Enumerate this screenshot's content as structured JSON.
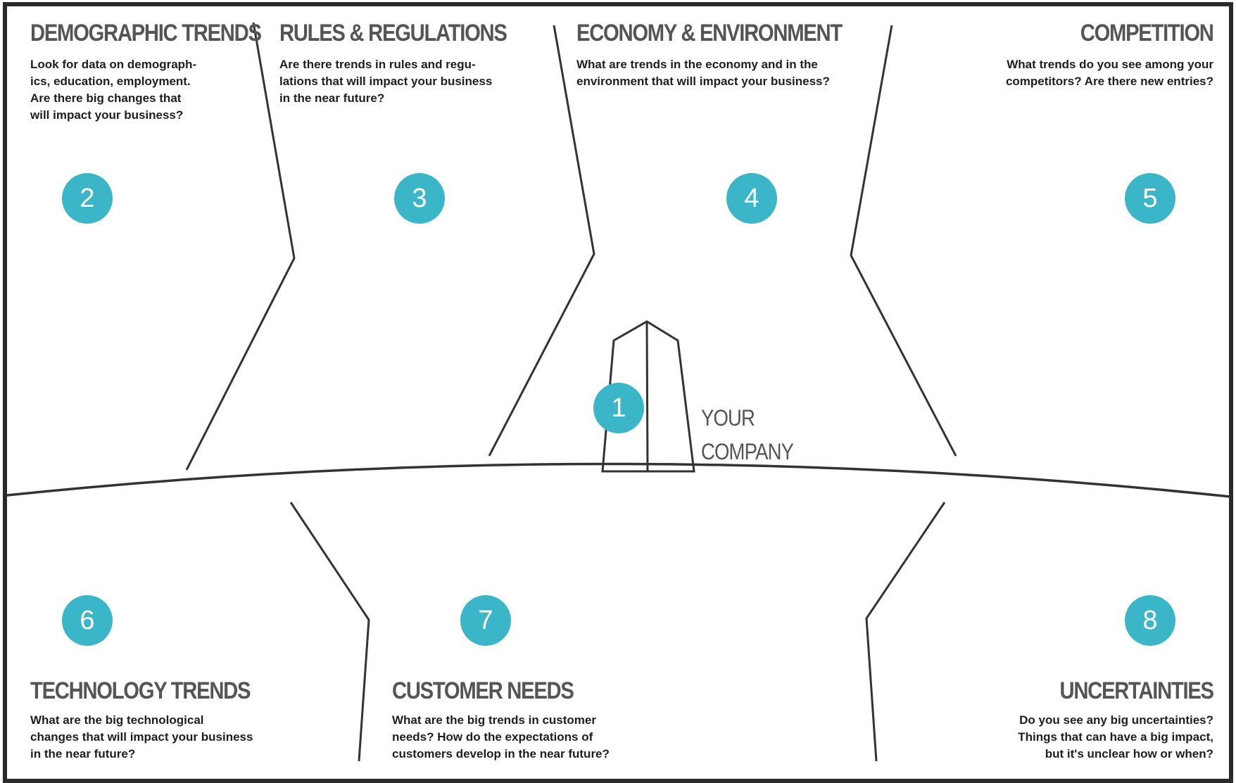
{
  "company": {
    "number": "1",
    "label_line1": "YOUR",
    "label_line2": "COMPANY"
  },
  "segments": {
    "demographic": {
      "number": "2",
      "title": "DEMOGRAPHIC TRENDS",
      "text": "Look for data on demograph-\nics, education, employment.\nAre there big changes that\nwill impact your business?"
    },
    "rules": {
      "number": "3",
      "title": "RULES & REGULATIONS",
      "text": "Are there trends in rules and regu-\nlations that will impact your business\nin the near future?"
    },
    "economy": {
      "number": "4",
      "title": "ECONOMY & ENVIRONMENT",
      "text": "What are trends in the economy and in the\nenvironment that will impact your business?"
    },
    "competition": {
      "number": "5",
      "title": "COMPETITION",
      "text": "What trends do you see among your\ncompetitors? Are there new entries?"
    },
    "technology": {
      "number": "6",
      "title": "TECHNOLOGY TRENDS",
      "text": "What are the big technological\nchanges that will impact your business\nin the near future?"
    },
    "customer": {
      "number": "7",
      "title": "CUSTOMER NEEDS",
      "text": "What are the big trends in customer\nneeds? How do the expectations of\ncustomers develop in the near future?"
    },
    "uncertainties": {
      "number": "8",
      "title": "UNCERTAINTIES",
      "text": "Do you see any big uncertainties?\nThings that can have a big impact,\nbut it's unclear how or when?"
    }
  },
  "colors": {
    "accent": "#3bb5c8",
    "line": "#333333",
    "heading": "#555555",
    "body_text": "#1e1e1e"
  }
}
